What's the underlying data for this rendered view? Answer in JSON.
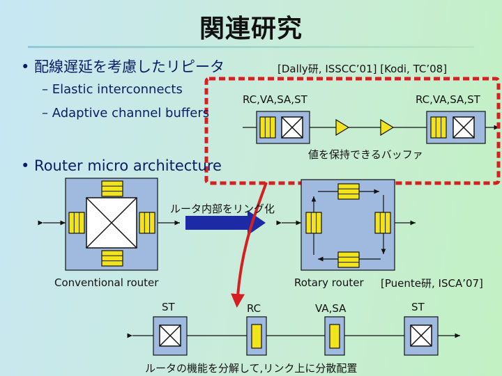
{
  "title": "関連研究",
  "bullets": [
    {
      "text": "• 配線遅延を考慮したリピータ",
      "refs": "[Dally研, ISSCC’01] [Kodi, TC’08]"
    },
    {
      "text": "• Router micro architecture"
    }
  ],
  "subbullets": [
    "– Elastic interconnects",
    "– Adaptive channel buffers"
  ],
  "top_chain": {
    "left_label": "RC,VA,SA,ST",
    "right_label": "RC,VA,SA,ST",
    "buffer_note": "値を保持できるバッファ"
  },
  "routers": {
    "ring_note": "ルータ内部をリング化",
    "conventional_label": "Conventional router",
    "rotary_label": "Rotary router",
    "rotary_ref": "[Puente研, ISCA’07]"
  },
  "bottom_chain": {
    "labels": [
      "ST",
      "RC",
      "VA,SA",
      "ST"
    ],
    "note": "ルータの機能を分解して,リンク上に分散配置"
  },
  "colors": {
    "highlight": "#d42020",
    "arrow_blue": "#1c2aa6",
    "buffer_yellow": "#f2e41c",
    "box_blue": "#9fb9df"
  }
}
